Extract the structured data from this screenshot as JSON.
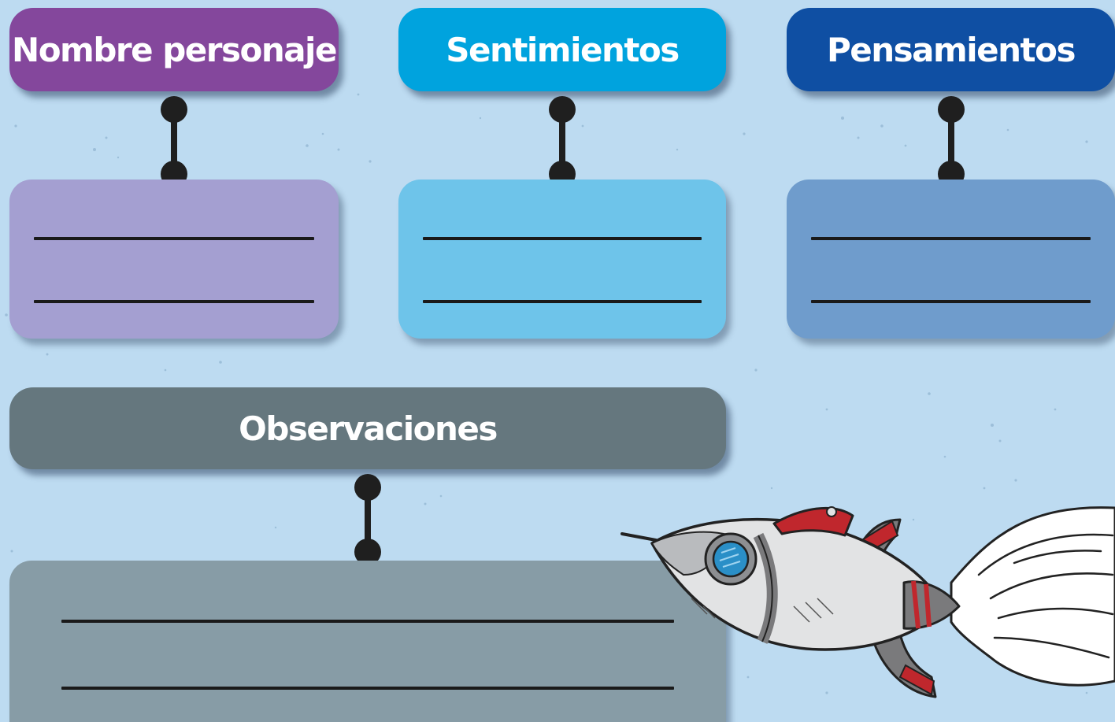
{
  "headers": {
    "nombre": "Nombre personaje",
    "sentimientos": "Sentimientos",
    "pensamientos": "Pensamientos",
    "observaciones": "Observaciones"
  },
  "colors": {
    "background": "#bddbf1",
    "nombre_header": "#84479c",
    "nombre_box": "#a49fd1",
    "sentimientos_header": "#00a3de",
    "sentimientos_box": "#6ec4ea",
    "pensamientos_header": "#0f4fa3",
    "pensamientos_box": "#6f9ccc",
    "observaciones_header": "#65777e",
    "observaciones_box": "#879ca6",
    "rocket_body": "#e2e3e4",
    "rocket_accent": "#c0272d",
    "rocket_window": "#2a8fc7"
  },
  "icons": {
    "rocket": "rocket-illustration"
  }
}
